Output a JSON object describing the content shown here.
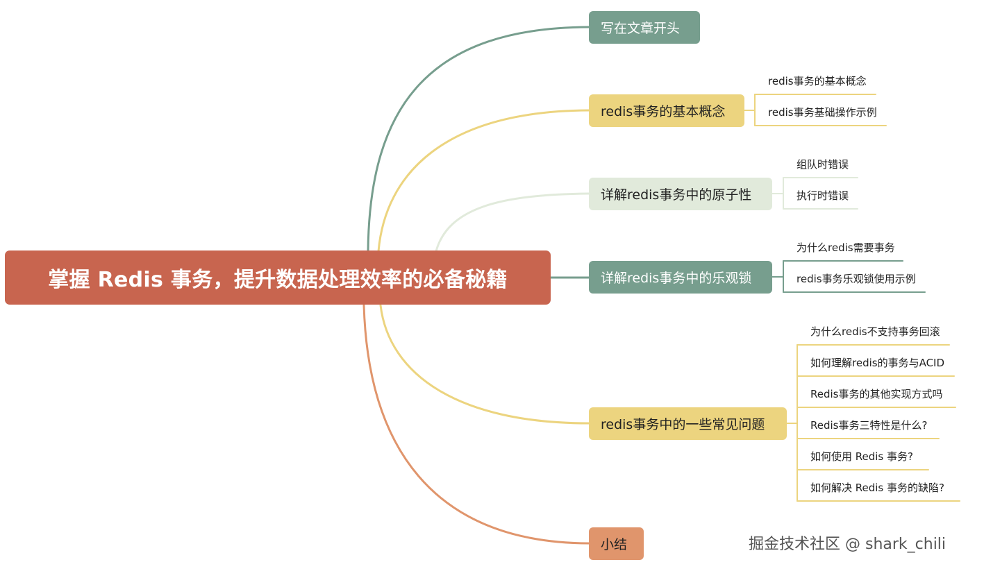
{
  "root": {
    "label": "掌握 Redis 事务，提升数据处理效率的必备秘籍"
  },
  "branches": [
    {
      "label": "写在文章开头",
      "color": "#779e8e",
      "text_color": "#ffffff",
      "children": []
    },
    {
      "label": "redis事务的基本概念",
      "color": "#ecd47f",
      "text_color": "#222222",
      "children": [
        "redis事务的基本概念",
        "redis事务基础操作示例"
      ]
    },
    {
      "label": "详解redis事务中的原子性",
      "color": "#e1eadb",
      "text_color": "#222222",
      "children": [
        "组队时错误",
        "执行时错误"
      ]
    },
    {
      "label": "详解redis事务中的乐观锁",
      "color": "#779e8e",
      "text_color": "#ffffff",
      "children": [
        "为什么redis需要事务",
        "redis事务乐观锁使用示例"
      ]
    },
    {
      "label": "redis事务中的一些常见问题",
      "color": "#ecd47f",
      "text_color": "#222222",
      "children": [
        "为什么redis不支持事务回滚",
        "如何理解redis的事务与ACID",
        "Redis事务的其他实现方式吗",
        "Redis事务三特性是什么?",
        "如何使用 Redis 事务?",
        "如何解决 Redis 事务的缺陷?"
      ]
    },
    {
      "label": "小结",
      "color": "#e0956c",
      "text_color": "#222222",
      "children": []
    }
  ],
  "watermark": "掘金技术社区 @ shark_chili"
}
